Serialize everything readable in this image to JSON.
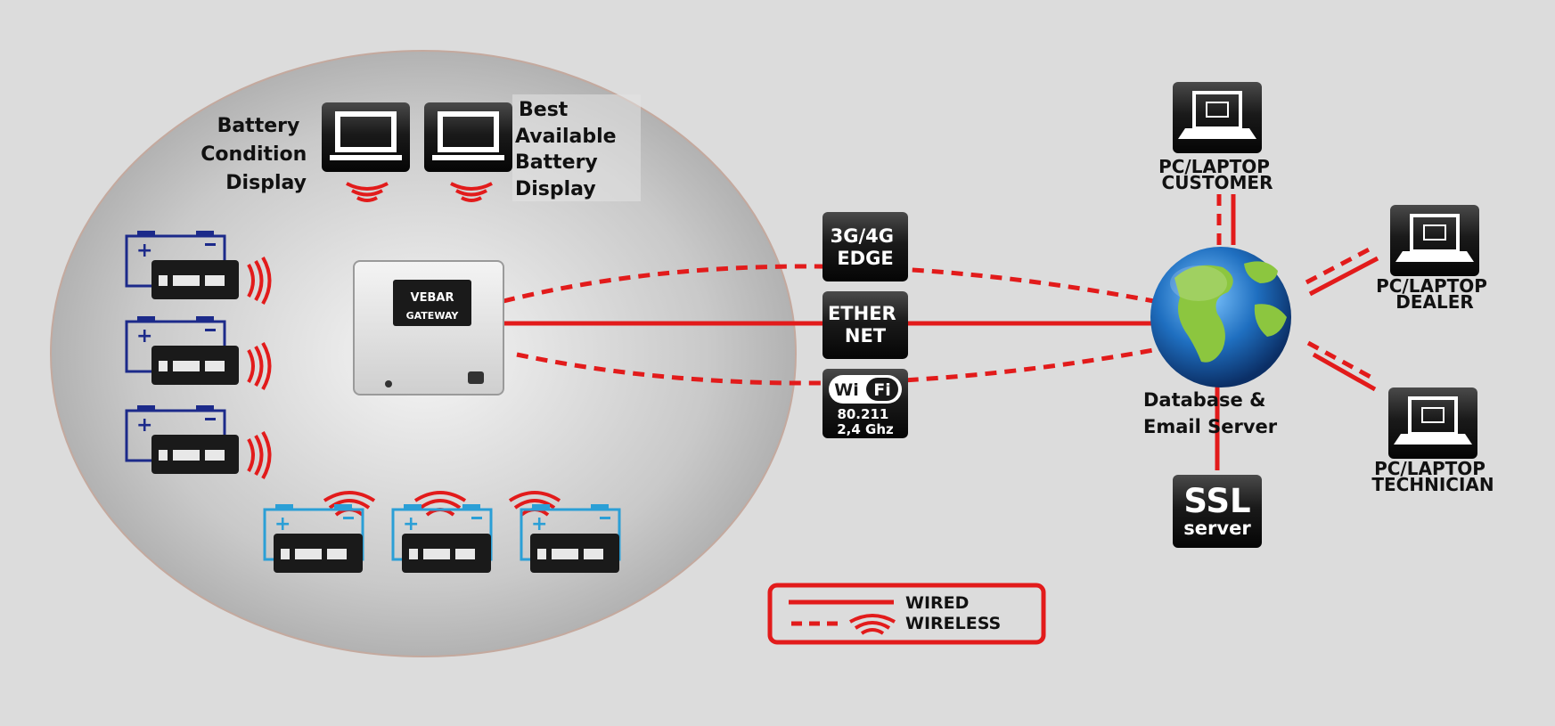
{
  "display_left": {
    "lines": [
      "Battery",
      "Condition",
      "Display"
    ]
  },
  "display_right": {
    "lines": [
      "Best",
      "Available",
      "Battery",
      "Display"
    ]
  },
  "gateway": {
    "brand": "VEBAR",
    "name": "GATEWAY"
  },
  "conn_3g": {
    "lines": [
      "3G/4G",
      "EDGE"
    ]
  },
  "conn_ethernet": {
    "lines": [
      "ETHER",
      "NET"
    ]
  },
  "conn_wifi": {
    "badge_left": "Wi",
    "badge_right": "Fi",
    "lines": [
      "80.211",
      "2,4 Ghz"
    ]
  },
  "server": {
    "lines": [
      "Database &",
      "Email Server"
    ]
  },
  "ssl": {
    "title": "SSL",
    "subtitle": "server"
  },
  "pc_customer": {
    "lines": [
      "PC/LAPTOP",
      "CUSTOMER"
    ]
  },
  "pc_dealer": {
    "lines": [
      "PC/LAPTOP",
      "DEALER"
    ]
  },
  "pc_technician": {
    "lines": [
      "PC/LAPTOP",
      "TECHNICIAN"
    ]
  },
  "legend": {
    "wired": "WIRED",
    "wireless": "WIRELESS"
  },
  "colors": {
    "red": "#e21b1b",
    "navy": "#1c2a8a",
    "teal": "#2b9fd6",
    "tile": "#1b1b1b"
  }
}
